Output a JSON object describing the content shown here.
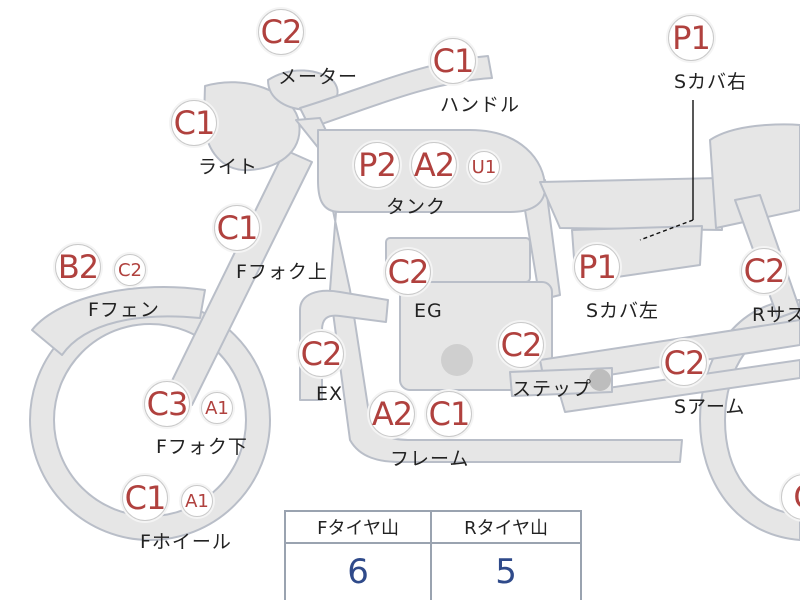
{
  "colors": {
    "badge_text": "#b0413e",
    "label_text": "#222222",
    "score_text": "#2f4a8a",
    "part_fill": "#e6e6e6",
    "part_stroke": "#b9bec8"
  },
  "parts": [
    {
      "id": "meter",
      "grades": [
        {
          "v": "C2",
          "size": "lg"
        }
      ],
      "label": "メーター"
    },
    {
      "id": "handle",
      "grades": [
        {
          "v": "C1",
          "size": "lg"
        }
      ],
      "label": "ハンドル"
    },
    {
      "id": "light",
      "grades": [
        {
          "v": "C1",
          "size": "lg"
        }
      ],
      "label": "ライト"
    },
    {
      "id": "tank",
      "grades": [
        {
          "v": "P2",
          "size": "lg"
        },
        {
          "v": "A2",
          "size": "lg"
        },
        {
          "v": "U1",
          "size": "sm"
        }
      ],
      "label": "タンク"
    },
    {
      "id": "s-cover-right",
      "grades": [
        {
          "v": "P1",
          "size": "lg"
        }
      ],
      "label": "Sカバ右"
    },
    {
      "id": "f-fork-upper",
      "grades": [
        {
          "v": "C1",
          "size": "lg"
        }
      ],
      "label": "Fフォク上"
    },
    {
      "id": "f-fender",
      "grades": [
        {
          "v": "B2",
          "size": "lg"
        },
        {
          "v": "C2",
          "size": "sm"
        }
      ],
      "label": "Fフェン"
    },
    {
      "id": "engine",
      "grades": [
        {
          "v": "C2",
          "size": "lg"
        }
      ],
      "label": "EG"
    },
    {
      "id": "s-cover-left",
      "grades": [
        {
          "v": "P1",
          "size": "lg"
        }
      ],
      "label": "Sカバ左"
    },
    {
      "id": "r-suspension",
      "grades": [
        {
          "v": "C2",
          "size": "lg"
        }
      ],
      "label": "Rサス"
    },
    {
      "id": "exhaust",
      "grades": [
        {
          "v": "C2",
          "size": "lg"
        }
      ],
      "label": "EX"
    },
    {
      "id": "step",
      "grades": [
        {
          "v": "C2",
          "size": "lg"
        }
      ],
      "label": "ステップ"
    },
    {
      "id": "swing-arm",
      "grades": [
        {
          "v": "C2",
          "size": "lg"
        }
      ],
      "label": "Sアーム"
    },
    {
      "id": "f-fork-lower",
      "grades": [
        {
          "v": "C3",
          "size": "lg"
        },
        {
          "v": "A1",
          "size": "sm"
        }
      ],
      "label": "Fフォク下"
    },
    {
      "id": "frame",
      "grades": [
        {
          "v": "A2",
          "size": "lg"
        },
        {
          "v": "C1",
          "size": "lg"
        }
      ],
      "label": "フレーム"
    },
    {
      "id": "f-wheel",
      "grades": [
        {
          "v": "C1",
          "size": "lg"
        },
        {
          "v": "A1",
          "size": "sm"
        }
      ],
      "label": "Fホイール"
    },
    {
      "id": "r-wheel",
      "grades": [
        {
          "v": "C",
          "size": "lg"
        }
      ],
      "label": ""
    }
  ],
  "tire_table": {
    "headers": [
      "Fタイヤ山",
      "Rタイヤ山"
    ],
    "values": [
      "6",
      "5"
    ]
  }
}
